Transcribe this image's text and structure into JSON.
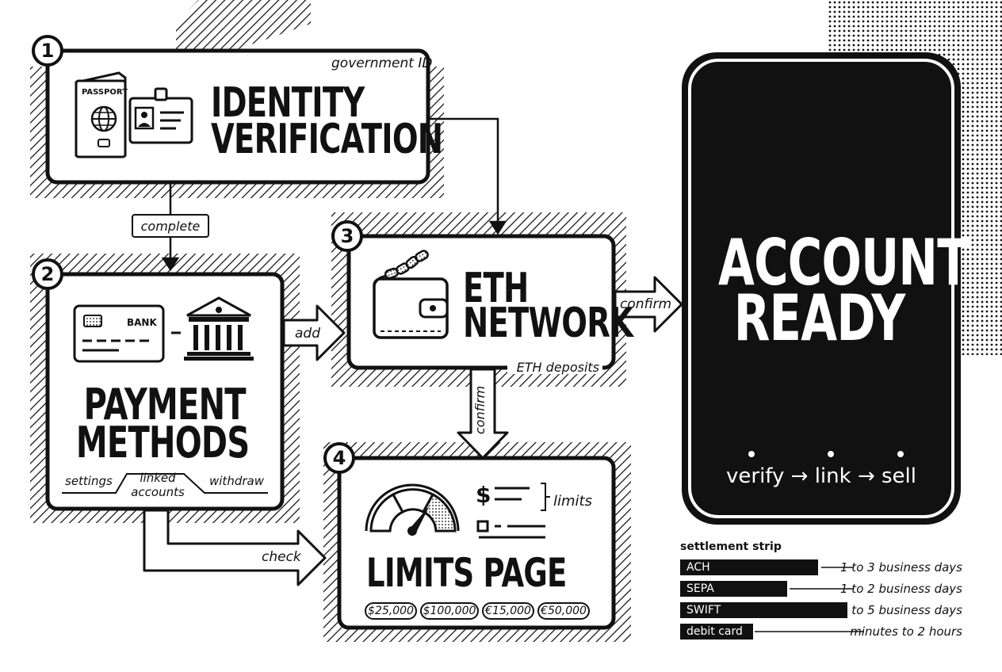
{
  "steps": [
    {
      "number": "1",
      "title_line1": "IDENTITY",
      "title_line2": "VERIFICATION",
      "tag": "government ID",
      "card_label": "PASSPORT"
    },
    {
      "number": "2",
      "title_line1": "PAYMENT",
      "title_line2": "METHODS",
      "card_label": "BANK",
      "tabs": {
        "left": "settings",
        "middle_line1": "linked",
        "middle_line2": "accounts",
        "right": "withdraw"
      }
    },
    {
      "number": "3",
      "title_line1": "ETH",
      "title_line2": "NETWORK",
      "tag": "ETH deposits"
    },
    {
      "number": "4",
      "title": "LIMITS PAGE",
      "limits_label": "limits",
      "dollar_sign": "$",
      "pills": [
        "$25,000",
        "$100,000",
        "€15,000",
        "€50,000"
      ]
    }
  ],
  "connectors": {
    "complete": "complete",
    "add": "add",
    "confirm_right": "confirm",
    "confirm_down": "confirm",
    "check": "check"
  },
  "final": {
    "title_line1": "ACCOUNT",
    "title_line2": "READY",
    "flow": "verify → link → sell"
  },
  "settlement": {
    "title": "settlement strip",
    "rows": [
      {
        "label": "ACH",
        "value": "1 to 3 business days",
        "fill": 0.57
      },
      {
        "label": "SEPA",
        "value": "1 to 2 business days",
        "fill": 0.44
      },
      {
        "label": "SWIFT",
        "value": "2 to 5 business days",
        "fill": 0.69
      },
      {
        "label": "debit card",
        "value": "minutes to 2 hours",
        "fill": 0.3
      }
    ]
  },
  "colors": {
    "ink": "#111111",
    "paper": "#ffffff"
  }
}
